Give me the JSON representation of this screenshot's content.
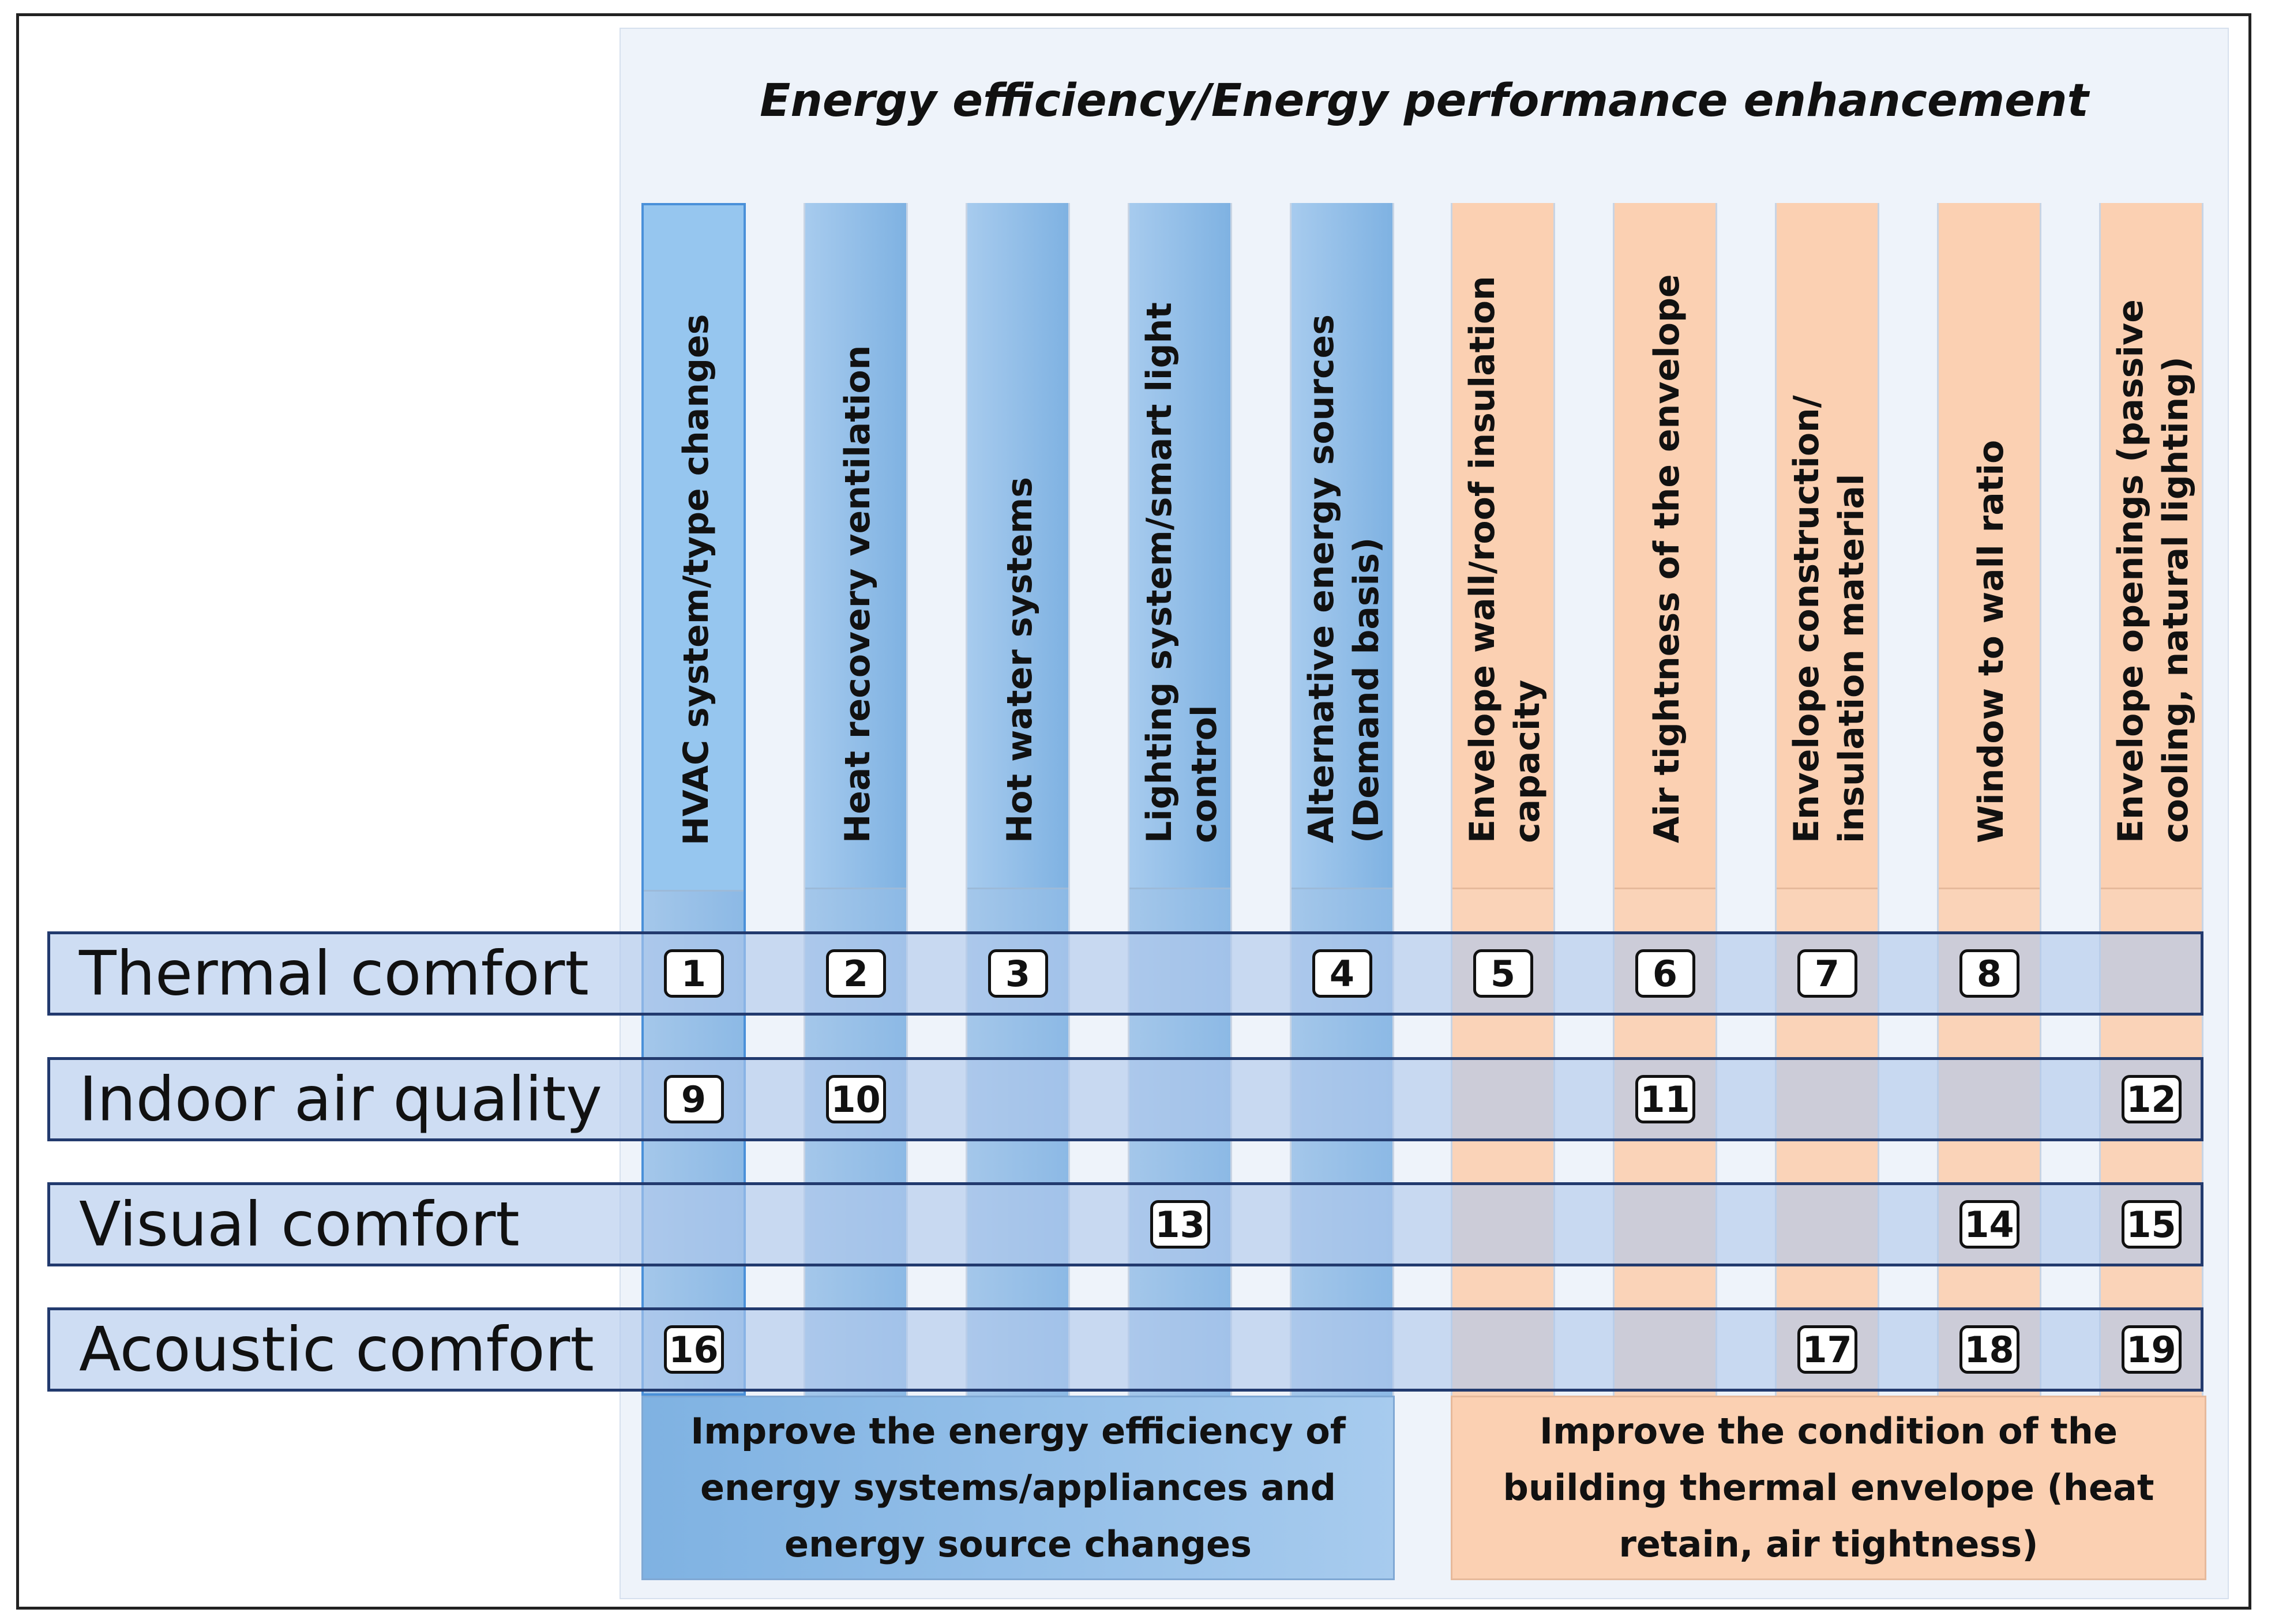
{
  "title": "Energy efficiency/Energy performance enhancement",
  "columns": [
    {
      "lines": [
        "HVAC system/type changes"
      ],
      "group": "systems"
    },
    {
      "lines": [
        "Heat recovery ventilation"
      ],
      "group": "systems"
    },
    {
      "lines": [
        "Hot water systems"
      ],
      "group": "systems"
    },
    {
      "lines": [
        "Lighting system/smart light",
        "control"
      ],
      "group": "systems"
    },
    {
      "lines": [
        "Alternative energy sources",
        "(Demand basis)"
      ],
      "group": "systems"
    },
    {
      "lines": [
        "Envelope wall/roof insulation",
        "capacity"
      ],
      "group": "envelope"
    },
    {
      "lines": [
        "Air tightness of the envelope"
      ],
      "group": "envelope"
    },
    {
      "lines": [
        "Envelope construction/",
        "insulation material"
      ],
      "group": "envelope"
    },
    {
      "lines": [
        "Window to wall ratio"
      ],
      "group": "envelope"
    },
    {
      "lines": [
        "Envelope openings (passive",
        "cooling, natural lighting)"
      ],
      "group": "envelope"
    }
  ],
  "rows": [
    {
      "label": "Thermal comfort",
      "cells": [
        {
          "col": 0,
          "n": "1"
        },
        {
          "col": 1,
          "n": "2"
        },
        {
          "col": 2,
          "n": "3"
        },
        {
          "col": 4,
          "n": "4"
        },
        {
          "col": 5,
          "n": "5"
        },
        {
          "col": 6,
          "n": "6"
        },
        {
          "col": 7,
          "n": "7"
        },
        {
          "col": 8,
          "n": "8"
        }
      ]
    },
    {
      "label": "Indoor air quality",
      "cells": [
        {
          "col": 0,
          "n": "9"
        },
        {
          "col": 1,
          "n": "10"
        },
        {
          "col": 6,
          "n": "11"
        },
        {
          "col": 9,
          "n": "12"
        }
      ]
    },
    {
      "label": "Visual comfort",
      "cells": [
        {
          "col": 3,
          "n": "13"
        },
        {
          "col": 8,
          "n": "14"
        },
        {
          "col": 9,
          "n": "15"
        }
      ]
    },
    {
      "label": "Acoustic comfort",
      "cells": [
        {
          "col": 0,
          "n": "16"
        },
        {
          "col": 7,
          "n": "17"
        },
        {
          "col": 8,
          "n": "18"
        },
        {
          "col": 9,
          "n": "19"
        }
      ]
    }
  ],
  "footers": {
    "systems": "Improve the energy efficiency of energy systems/appliances and energy source changes",
    "envelope": "Improve the condition of the building thermal envelope (heat retain, air tightness)"
  },
  "colors": {
    "systems": "#8cb9e5",
    "envelope": "#fad3b8",
    "row_border": "#223a6e"
  }
}
